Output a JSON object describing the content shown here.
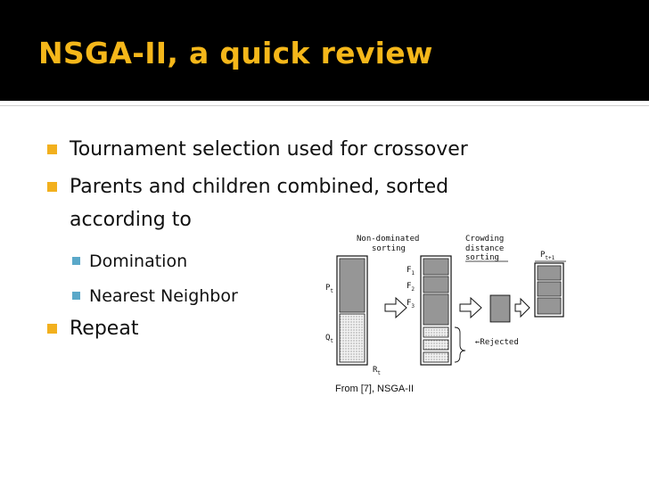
{
  "slide": {
    "title": "NSGA-II, a quick review",
    "colors": {
      "header_bg": "#000000",
      "title": "#f5b71a",
      "bullet_l1": "#f2b01e",
      "bullet_l2": "#5aa8c9"
    },
    "bullets": [
      {
        "level": 1,
        "text": "Tournament selection used for crossover"
      },
      {
        "level": 1,
        "text": "Parents and children combined, sorted"
      },
      {
        "level": 1,
        "text": "according to",
        "continuation": true
      },
      {
        "level": 2,
        "text": "Domination"
      },
      {
        "level": 2,
        "text": "Nearest Neighbor"
      },
      {
        "level": 1,
        "text": "Repeat"
      }
    ]
  },
  "figure": {
    "label_nondominated": "Non-dominated",
    "label_sorting": "sorting",
    "label_crowding": "Crowding",
    "label_distance": "distance",
    "label_sorting2": "sorting",
    "label_pt": "P",
    "label_pt_sub": "t",
    "label_qt": "Q",
    "label_qt_sub": "t",
    "label_rt": "R",
    "label_rt_sub": "t",
    "label_f1": "F",
    "label_f1_sub": "1",
    "label_f2": "F",
    "label_f2_sub": "2",
    "label_f3": "F",
    "label_f3_sub": "3",
    "label_pt1": "P",
    "label_pt1_sub": "t+1",
    "label_rejected": "Rejected",
    "caption": "From [7], NSGA-II"
  }
}
